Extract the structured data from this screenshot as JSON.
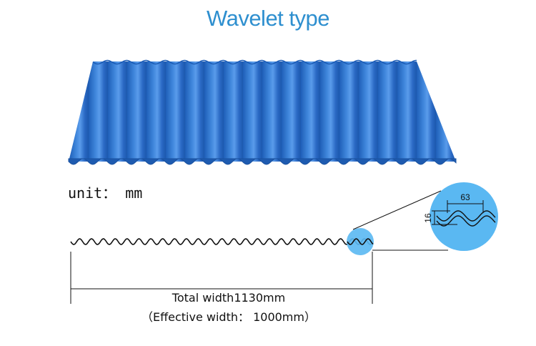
{
  "title": "Wavelet type",
  "unit_label": "unit： mm",
  "total_width": "Total width1130mm",
  "effective_width": "（Effective width： 1000mm）",
  "detail": {
    "pitch": "63",
    "height": "16"
  },
  "colors": {
    "sheet": "#2a6ec9",
    "title": "#2e8fcf",
    "zoom_circle": "#5ab8f2"
  }
}
